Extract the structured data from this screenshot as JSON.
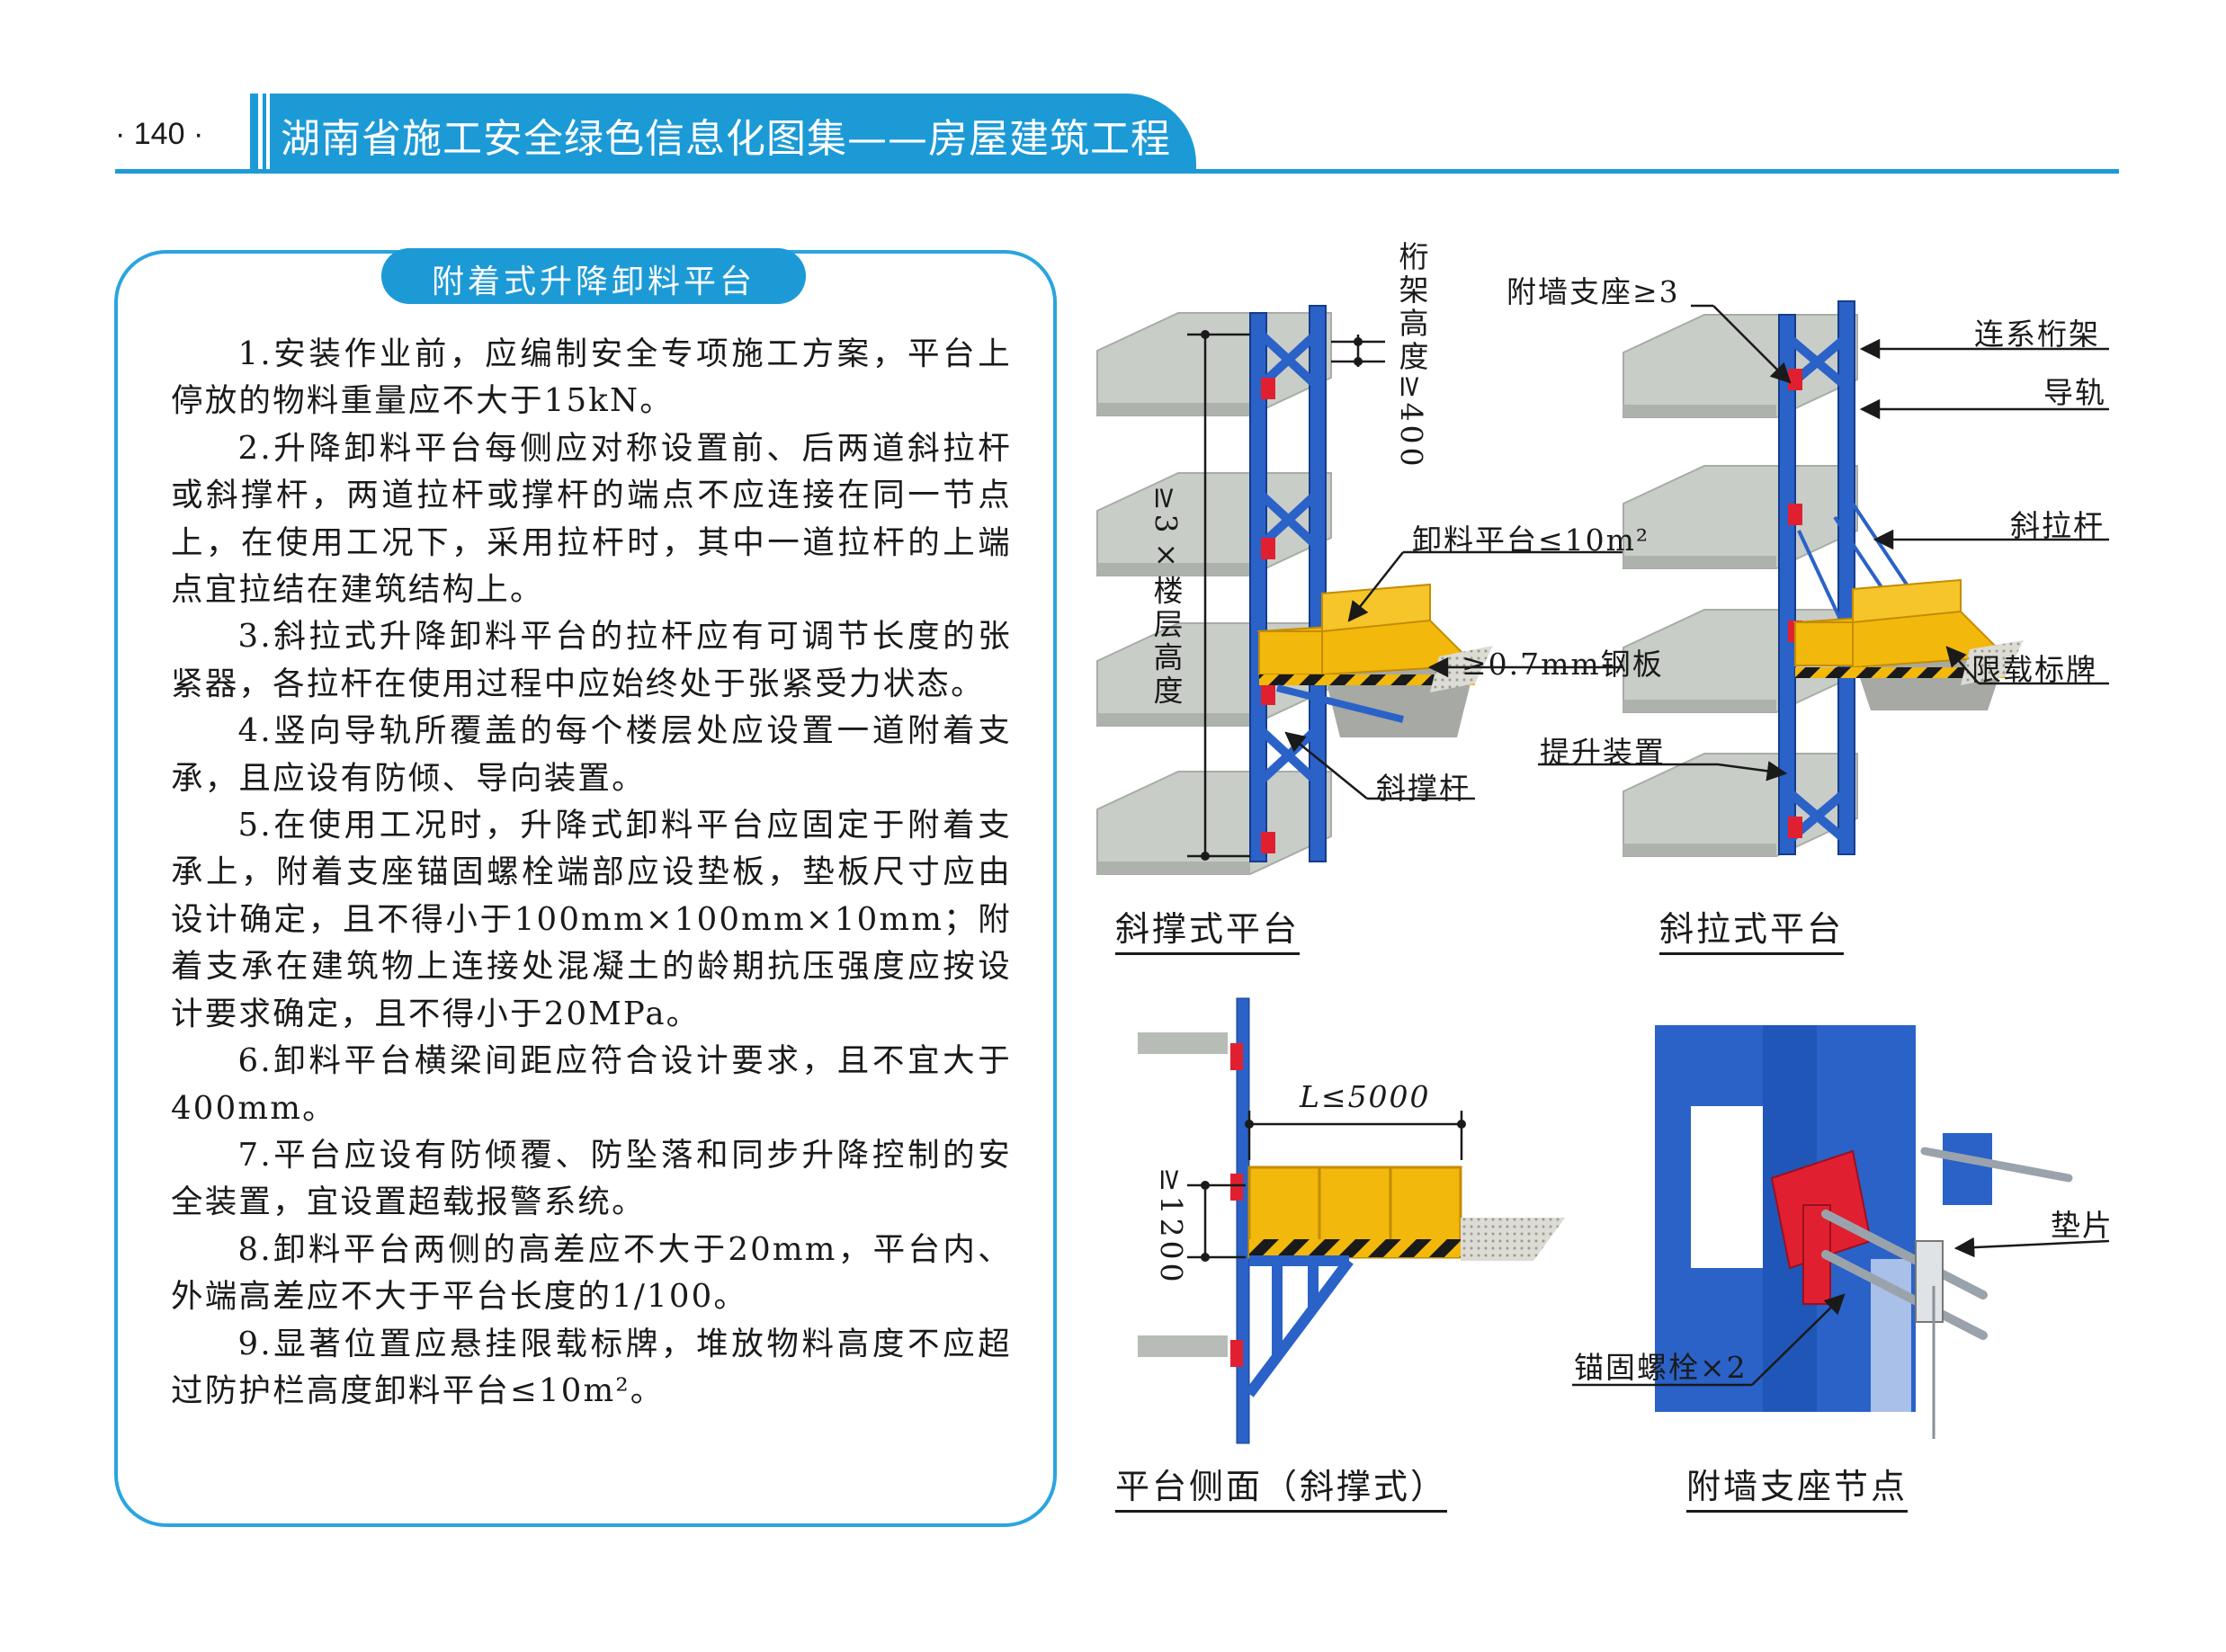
{
  "header": {
    "page_number": "· 140 ·",
    "title": "湖南省施工安全绿色信息化图集——房屋建筑工程"
  },
  "section": {
    "title": "附着式升降卸料平台",
    "items": [
      "1.安装作业前，应编制安全专项施工方案，平台上停放的物料重量应不大于15kN。",
      "2.升降卸料平台每侧应对称设置前、后两道斜拉杆或斜撑杆，两道拉杆或撑杆的端点不应连接在同一节点上，在使用工况下，采用拉杆时，其中一道拉杆的上端点宜拉结在建筑结构上。",
      "3.斜拉式升降卸料平台的拉杆应有可调节长度的张紧器，各拉杆在使用过程中应始终处于张紧受力状态。",
      "4.竖向导轨所覆盖的每个楼层处应设置一道附着支承，且应设有防倾、导向装置。",
      "5.在使用工况时，升降式卸料平台应固定于附着支承上，附着支座锚固螺栓端部应设垫板，垫板尺寸应由设计确定，且不得小于100mm×100mm×10mm；附着支承在建筑物上连接处混凝土的龄期抗压强度应按设计要求确定，且不得小于20MPa。",
      "6.卸料平台横梁间距应符合设计要求，且不宜大于400mm。",
      "7.平台应设有防倾覆、防坠落和同步升降控制的安全装置，宜设置超载报警系统。",
      "8.卸料平台两侧的高差应不大于20mm，平台内、外端高差应不大于平台长度的1/100。",
      "9.显著位置应悬挂限载标牌，堆放物料高度不应超过防护栏高度卸料平台≤10m²。"
    ]
  },
  "figures": {
    "strut_platform": {
      "caption": "斜撑式平台",
      "labels": {
        "truss_height": "桁架高度≥400",
        "floor_height": "≥3×楼层高度",
        "platform_area": "卸料平台≤10m²",
        "steel_plate": "≥0.7mm钢板",
        "strut": "斜撑杆"
      }
    },
    "cable_platform": {
      "caption": "斜拉式平台",
      "labels": {
        "wall_support": "附墙支座≥3",
        "truss": "连系桁架",
        "rail": "导轨",
        "tie_rod": "斜拉杆",
        "load_sign": "限载标牌",
        "lifting_device": "提升装置"
      }
    },
    "side_view": {
      "caption": "平台侧面（斜撑式）",
      "labels": {
        "length": "L≤5000",
        "height": "≥1200"
      }
    },
    "support_node": {
      "caption": "附墙支座节点",
      "labels": {
        "pad": "垫片",
        "bolt": "锚固螺栓×2"
      }
    }
  },
  "colors": {
    "accent": "#1c9ad6",
    "steel_blue": "#2a62c8",
    "platform_yellow": "#f2b80c",
    "bracket_red": "#e02030",
    "slab_grey": "#c9cdc8"
  }
}
